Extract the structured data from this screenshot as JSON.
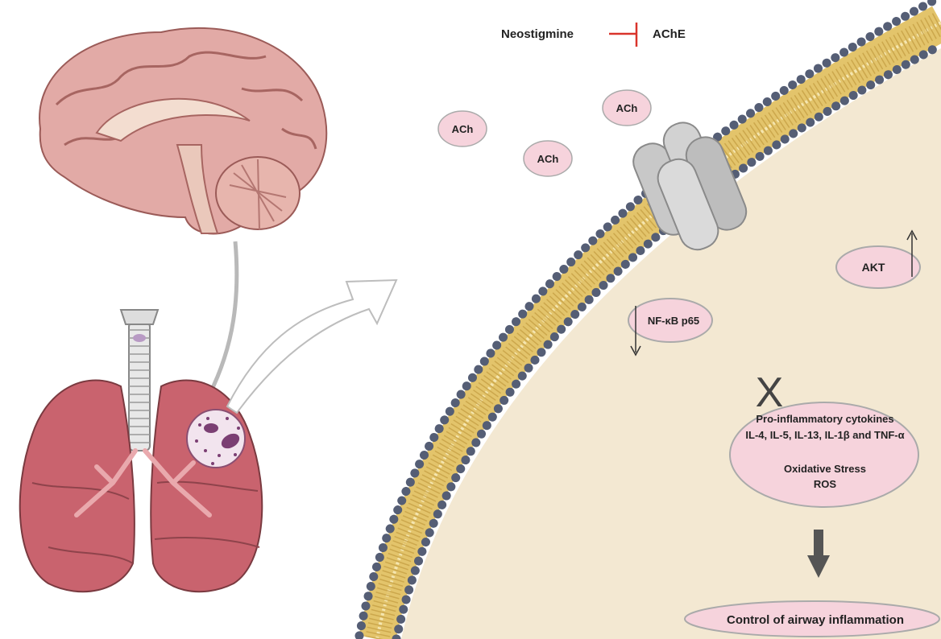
{
  "inhibition": {
    "drug": "Neostigmine",
    "target": "AChE"
  },
  "ach_labels": [
    "ACh",
    "ACh",
    "ACh"
  ],
  "akt": {
    "label": "AKT",
    "trend": "up"
  },
  "nfkb": {
    "label": "NF-κB p65",
    "trend": "down"
  },
  "blocked_marker": "X",
  "inflammation_box": {
    "line1": "Pro-inflammatory cytokines",
    "line2": "IL-4, IL-5, IL-13, IL-1β and TNF-α",
    "line3": "Oxidative Stress",
    "line4": "ROS"
  },
  "outcome": "Control of airway inflammation",
  "colors": {
    "vesicle_fill": "#f6d3dc",
    "vesicle_stroke": "#aaaaaa",
    "inhibit_red": "#d9342b",
    "membrane_head": "#555e75",
    "membrane_tail": "#e3c46b",
    "cytoplasm": "#f3e8d2",
    "lung": "#c9636e",
    "brain": "#e2aaa6"
  },
  "icons": [
    "brain-icon",
    "lungs-icon",
    "neutrophil-icon",
    "receptor-channel-icon"
  ]
}
